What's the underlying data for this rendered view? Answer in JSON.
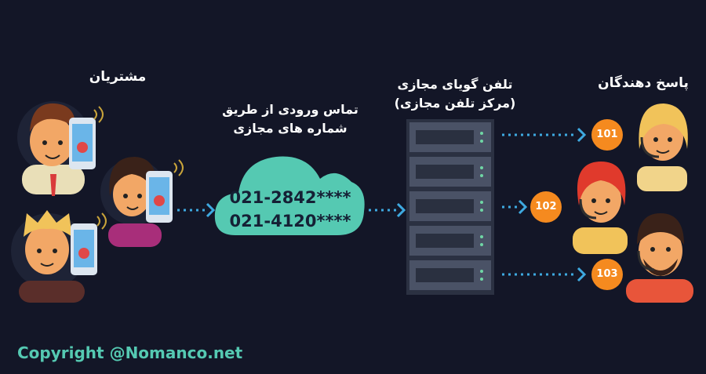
{
  "labels": {
    "customers": "مشتریان",
    "incoming_line1": "تماس ورودی از طریق",
    "incoming_line2": "شماره های مجازی",
    "pbx_line1": "تلفن گویای مجازی",
    "pbx_line2": "(مرکز تلفن مجازی)",
    "agents": "پاسخ دهندگان"
  },
  "virtual_numbers": [
    "021-2842****",
    "021-4120****"
  ],
  "extensions": [
    "101",
    "102",
    "103"
  ],
  "copyright": "Copyright @Nomanco.net",
  "colors": {
    "background": "#131627",
    "cloud": "#55c9b2",
    "arrow": "#3ea9e0",
    "extension_badge": "#f58a1f",
    "server": "#4a5266",
    "copyright": "#55c9b2"
  },
  "icons": [
    "customer-avatar",
    "phone-icon",
    "cloud-icon",
    "server-rack-icon",
    "agent-avatar",
    "arrow-icon"
  ]
}
